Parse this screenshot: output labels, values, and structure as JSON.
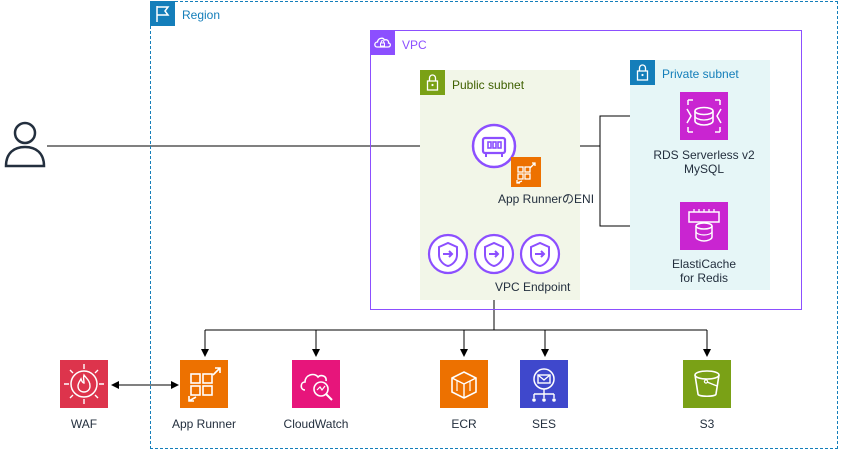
{
  "region": {
    "label": "Region",
    "color": "#147eba"
  },
  "vpc": {
    "label": "VPC",
    "color": "#8c4fff"
  },
  "public_subnet": {
    "label": "Public subnet",
    "color": "#7aa116",
    "bg": "#f2f6e8"
  },
  "private_subnet": {
    "label": "Private subnet",
    "color": "#147eba",
    "bg": "#e6f6f7"
  },
  "nodes": {
    "user": {
      "icon": "user-icon"
    },
    "rds": {
      "line1": "RDS Serverless v2",
      "line2": "MySQL",
      "color": "#c925d1"
    },
    "elasticache": {
      "line1": "ElastiCache",
      "line2": "for Redis",
      "color": "#c925d1"
    },
    "eni": {
      "label": "App RunnerのENI",
      "color": "#8c4fff"
    },
    "vpc_endpoint": {
      "label": "VPC Endpoint",
      "color": "#8c4fff"
    },
    "waf": {
      "label": "WAF",
      "color": "#dd344c"
    },
    "app_runner": {
      "label": "App Runner",
      "color": "#ed7100"
    },
    "cloudwatch": {
      "label": "CloudWatch",
      "color": "#e7157b"
    },
    "ecr": {
      "label": "ECR",
      "color": "#ed7100"
    },
    "ses": {
      "label": "SES",
      "color": "#3f48cc"
    },
    "s3": {
      "label": "S3",
      "color": "#7aa116"
    }
  }
}
